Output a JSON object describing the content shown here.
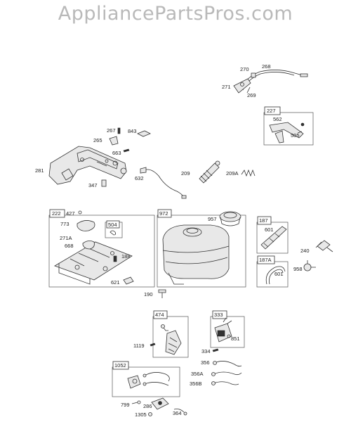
{
  "watermark": "AppliancePartsPros.com",
  "groups": [
    {
      "id": "227"
    },
    {
      "id": "222"
    },
    {
      "id": "504"
    },
    {
      "id": "972"
    },
    {
      "id": "187"
    },
    {
      "id": "187A"
    },
    {
      "id": "474"
    },
    {
      "id": "333"
    },
    {
      "id": "1052"
    }
  ],
  "labels": {
    "p270": "270",
    "p268": "268",
    "p271": "271",
    "p269": "269",
    "p562": "562",
    "p505": "505",
    "p267": "267",
    "p843": "843",
    "p265": "265",
    "p663": "663",
    "p281": "281",
    "p347": "347",
    "p632": "632",
    "p209": "209",
    "p209A": "209A",
    "p427": "427",
    "p773": "773",
    "p271A": "271A",
    "p668": "668",
    "p188": "188",
    "p621": "621",
    "p957": "957",
    "p190": "190",
    "p601a": "601",
    "p601b": "601",
    "p240": "240",
    "p958": "958",
    "p1119": "1119",
    "p851": "851",
    "p334": "334",
    "p356": "356",
    "p356A": "356A",
    "p356B": "356B",
    "p799": "799",
    "p286": "286",
    "p1305": "1305",
    "p364": "364"
  }
}
